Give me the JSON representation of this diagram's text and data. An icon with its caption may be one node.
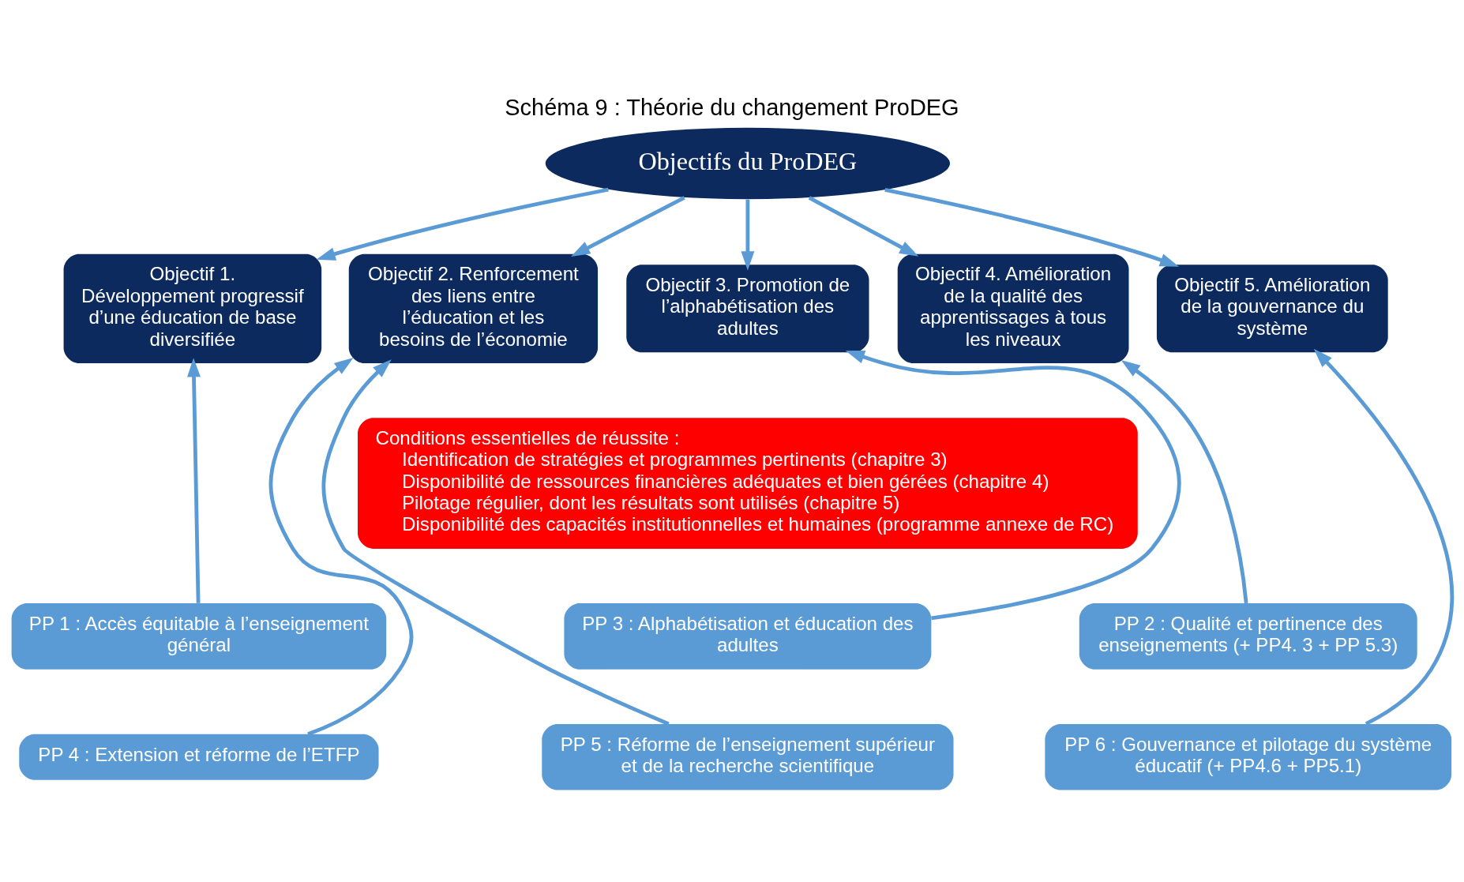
{
  "diagram": {
    "title": "Schéma 9 : Théorie du changement ProDEG",
    "nodes": [
      {
        "text": [
          "Objectifs du ProDEG"
        ]
      },
      {
        "text": [
          "Objectif 1. Développement progressif d’une éducation de base diversifiée"
        ]
      },
      {
        "text": [
          "Objectif 2. Renforcement des liens entre l’éducation et les besoins de l’économie"
        ]
      },
      {
        "text": [
          "Objectif 3. Promotion de l’alphabétisation des adultes"
        ]
      },
      {
        "text": [
          "Objectif 4. Amélioration de la qualité des apprentissages à tous les niveaux"
        ]
      },
      {
        "text": [
          "Objectif 5. Amélioration de la gouvernance du système"
        ]
      },
      {
        "text": [
          "Conditions essentielles de réussite :",
          "Identification de stratégies et programmes pertinents (chapitre 3)",
          "Disponibilité de ressources financières adéquates et bien gérées (chapitre 4)",
          "Pilotage régulier, dont les résultats sont utilisés (chapitre 5)",
          "Disponibilité des capacités institutionnelles et humaines (programme annexe de RC)"
        ]
      },
      {
        "text": [
          "PP 1 : Accès équitable à l’enseignement général"
        ]
      },
      {
        "text": [
          "PP 3 : Alphabétisation et éducation des adultes"
        ]
      },
      {
        "text": [
          "PP 2 : Qualité et pertinence des enseignements (+ PP4. 3 + PP 5.3)"
        ]
      },
      {
        "text": [
          "PP 4 : Extension et réforme de l’ETFP"
        ]
      },
      {
        "text": [
          "PP 5 : Réforme de l’enseignement supérieur et de la recherche scientifique"
        ]
      },
      {
        "text": [
          "PP 6 : Gouvernance et pilotage du système éducatif (+ PP4.6 + PP5.1)"
        ]
      }
    ],
    "edges": [
      {
        "from": 0,
        "to": 1,
        "arrow": "to"
      },
      {
        "from": 0,
        "to": 2,
        "arrow": "to"
      },
      {
        "from": 0,
        "to": 3,
        "arrow": "to"
      },
      {
        "from": 0,
        "to": 4,
        "arrow": "to"
      },
      {
        "from": 0,
        "to": 5,
        "arrow": "to"
      },
      {
        "from": 7,
        "to": 1,
        "arrow": "to"
      },
      {
        "from": 10,
        "to": 2,
        "arrow": "to"
      },
      {
        "from": 11,
        "to": 2,
        "arrow": "to"
      },
      {
        "from": 8,
        "to": 3,
        "arrow": "to"
      },
      {
        "from": 9,
        "to": 4,
        "arrow": "to"
      },
      {
        "from": 12,
        "to": 5,
        "arrow": "to"
      }
    ]
  }
}
